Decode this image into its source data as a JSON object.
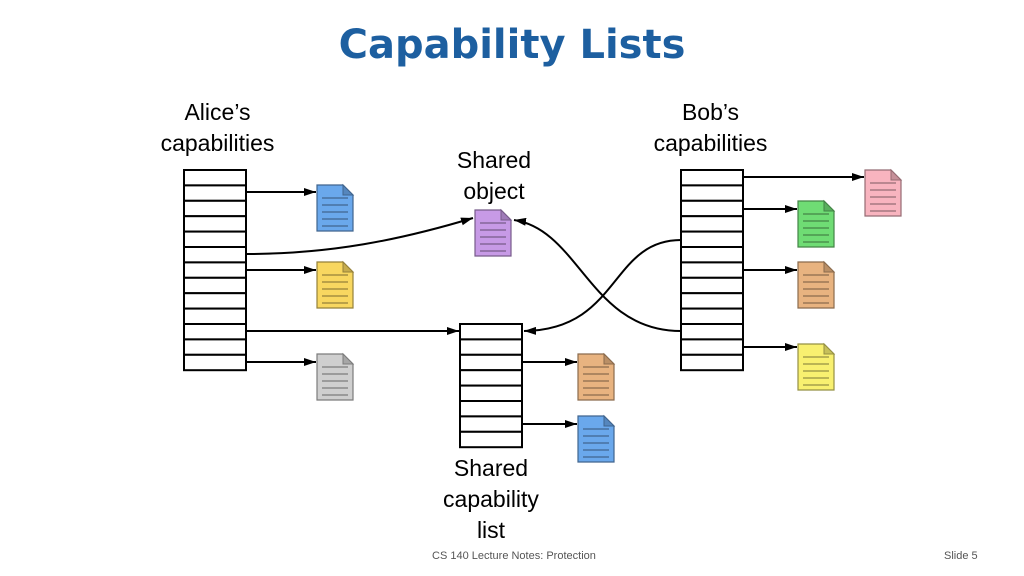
{
  "slide": {
    "title": "Capability Lists",
    "labels": {
      "alice_1": "Alice’s",
      "alice_2": "capabilities",
      "bob_1": "Bob’s",
      "bob_2": "capabilities",
      "shared_obj_1": "Shared",
      "shared_obj_2": "object",
      "shared_list_1": "Shared",
      "shared_list_2": "capability",
      "shared_list_3": "list"
    },
    "footer": {
      "center": "CS 140 Lecture Notes: Protection",
      "right": "Slide 5"
    }
  },
  "colors": {
    "title": "#1d5fa0",
    "doc_blue": "#6aa8ec",
    "doc_yellow": "#f8d760",
    "doc_gray": "#cfcfcf",
    "doc_purple": "#c79ae6",
    "doc_pink": "#f8b4bf",
    "doc_green": "#6fdc74",
    "doc_tan": "#e8b380",
    "doc_lightyellow": "#f8f070"
  }
}
